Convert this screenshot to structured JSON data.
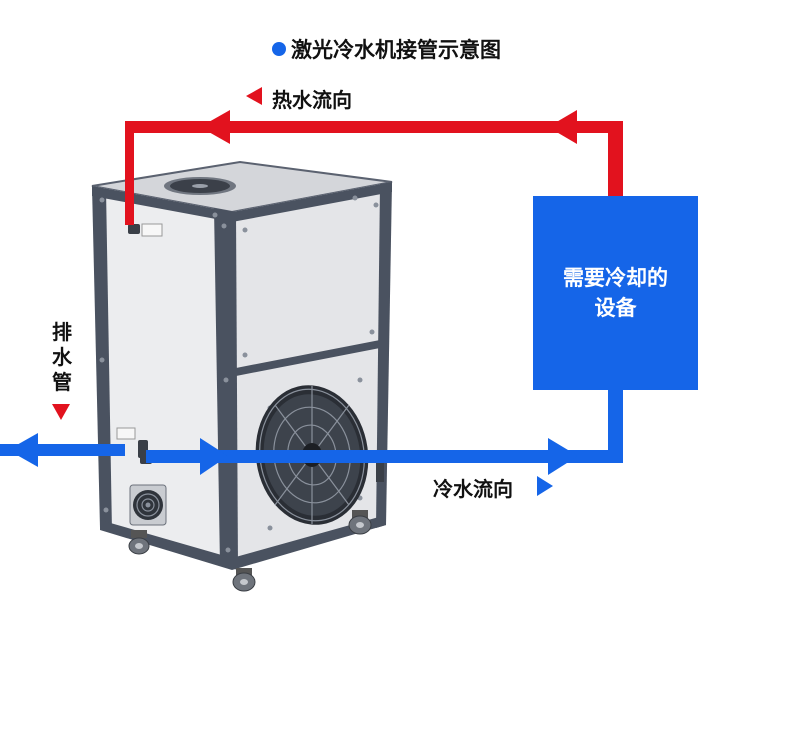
{
  "title": "激光冷水机接管示意图",
  "hot_flow_label": "热水流向",
  "cold_flow_label": "冷水流向",
  "drain_label": "排水管",
  "equipment_label": "需要冷却的设备",
  "colors": {
    "hot_pipe": "#e2121e",
    "cold_pipe": "#1565e8",
    "equipment_box": "#1565e8",
    "title_dot": "#1565e8",
    "chiller_frame": "#4a5260",
    "chiller_panel": "#e9eaec"
  },
  "icons": [
    "chiller-fan-icon",
    "exhaust-fan-icon",
    "vent-fan-icon",
    "caster-wheel-icon"
  ]
}
